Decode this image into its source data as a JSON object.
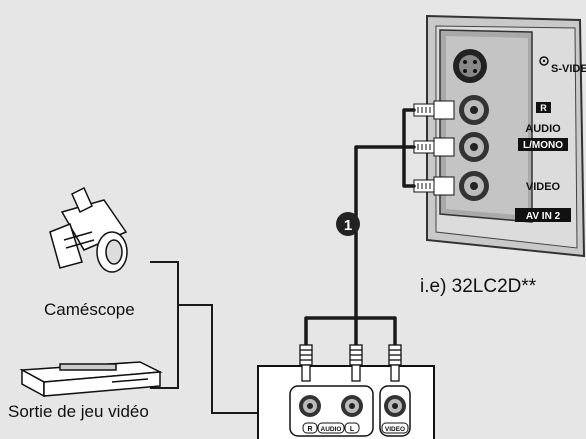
{
  "panel": {
    "svideo_label": "S-VIDEO",
    "audio_r": "R",
    "audio_label": "AUDIO",
    "audio_lmono": "L/MONO",
    "video_label": "VIDEO",
    "avin_label": "AV IN 2"
  },
  "model_label": "i.e) 32LC2D**",
  "cable_marker": "1",
  "devices": {
    "camcorder_label": "Caméscope",
    "console_label": "Sortie de jeu vidéo"
  },
  "source_jacks": {
    "r": "R",
    "audio": "AUDIO",
    "l": "L",
    "video": "VIDEO"
  }
}
